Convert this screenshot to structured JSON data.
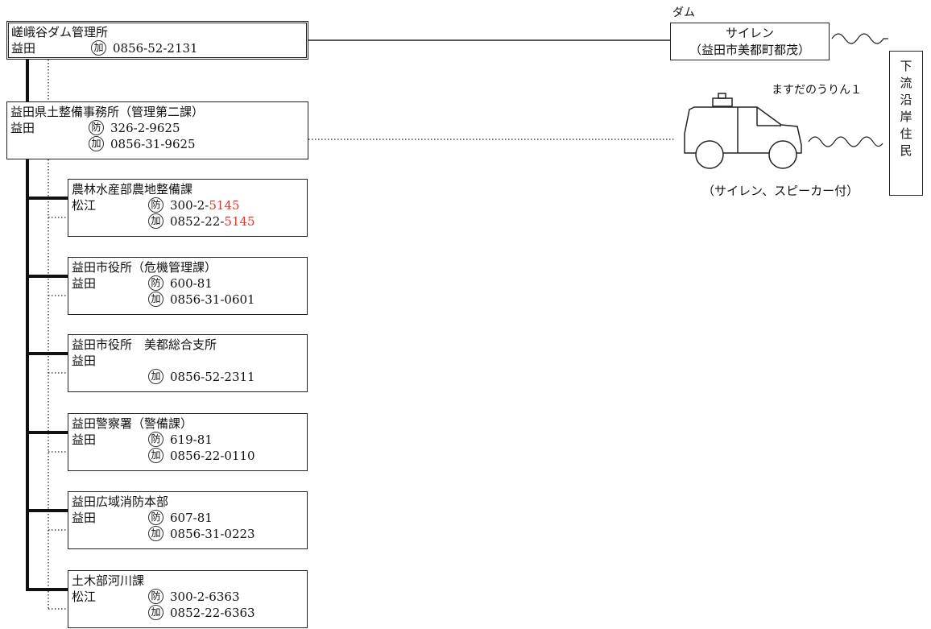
{
  "main_office": {
    "title": "嵯峨谷ダム管理所",
    "location": "益田",
    "lines": [
      {
        "type": "加",
        "number": "0856-52-2131"
      }
    ]
  },
  "civil_office": {
    "title": "益田県土整備事務所（管理第二課）",
    "location": "益田",
    "lines": [
      {
        "type": "防",
        "number": "326-2-9625"
      },
      {
        "type": "加",
        "number": "0856-31-9625"
      }
    ]
  },
  "contacts": [
    {
      "title": "農林水産部農地整備課",
      "location": "松江",
      "lines": [
        {
          "type": "防",
          "prefix": "300-2-",
          "suffix": "5145"
        },
        {
          "type": "加",
          "prefix": "0852-22-",
          "suffix": "5145"
        }
      ]
    },
    {
      "title": "益田市役所（危機管理課）",
      "location": "益田",
      "lines": [
        {
          "type": "防",
          "prefix": "600-81",
          "suffix": ""
        },
        {
          "type": "加",
          "prefix": "0856-31-0601",
          "suffix": ""
        }
      ]
    },
    {
      "title": "益田市役所　美都総合支所",
      "location": "益田",
      "lines": [
        {
          "type": "",
          "prefix": "",
          "suffix": ""
        },
        {
          "type": "加",
          "prefix": "0856-52-2311",
          "suffix": ""
        }
      ]
    },
    {
      "title": "益田警察署（警備課）",
      "location": "益田",
      "lines": [
        {
          "type": "防",
          "prefix": "619-81",
          "suffix": ""
        },
        {
          "type": "加",
          "prefix": "0856-22-0110",
          "suffix": ""
        }
      ]
    },
    {
      "title": "益田広域消防本部",
      "location": "益田",
      "lines": [
        {
          "type": "防",
          "prefix": "607-81",
          "suffix": ""
        },
        {
          "type": "加",
          "prefix": "0856-31-0223",
          "suffix": ""
        }
      ]
    },
    {
      "title": "土木部河川課",
      "location": "松江",
      "lines": [
        {
          "type": "防",
          "prefix": "300-2-6363",
          "suffix": ""
        },
        {
          "type": "加",
          "prefix": "0852-22-6363",
          "suffix": ""
        }
      ]
    }
  ],
  "siren": {
    "caption": "ダム",
    "line1": "サイレン",
    "line2": "（益田市美都町都茂）"
  },
  "patrol_car": {
    "name": "ますだのうりん１",
    "caption": "（サイレン、スピーカー付）"
  },
  "residents": {
    "chars": [
      "下",
      "流",
      "沿",
      "岸",
      "住",
      "民"
    ]
  },
  "colors": {
    "highlight": "#e8302a",
    "line": "#222222"
  }
}
